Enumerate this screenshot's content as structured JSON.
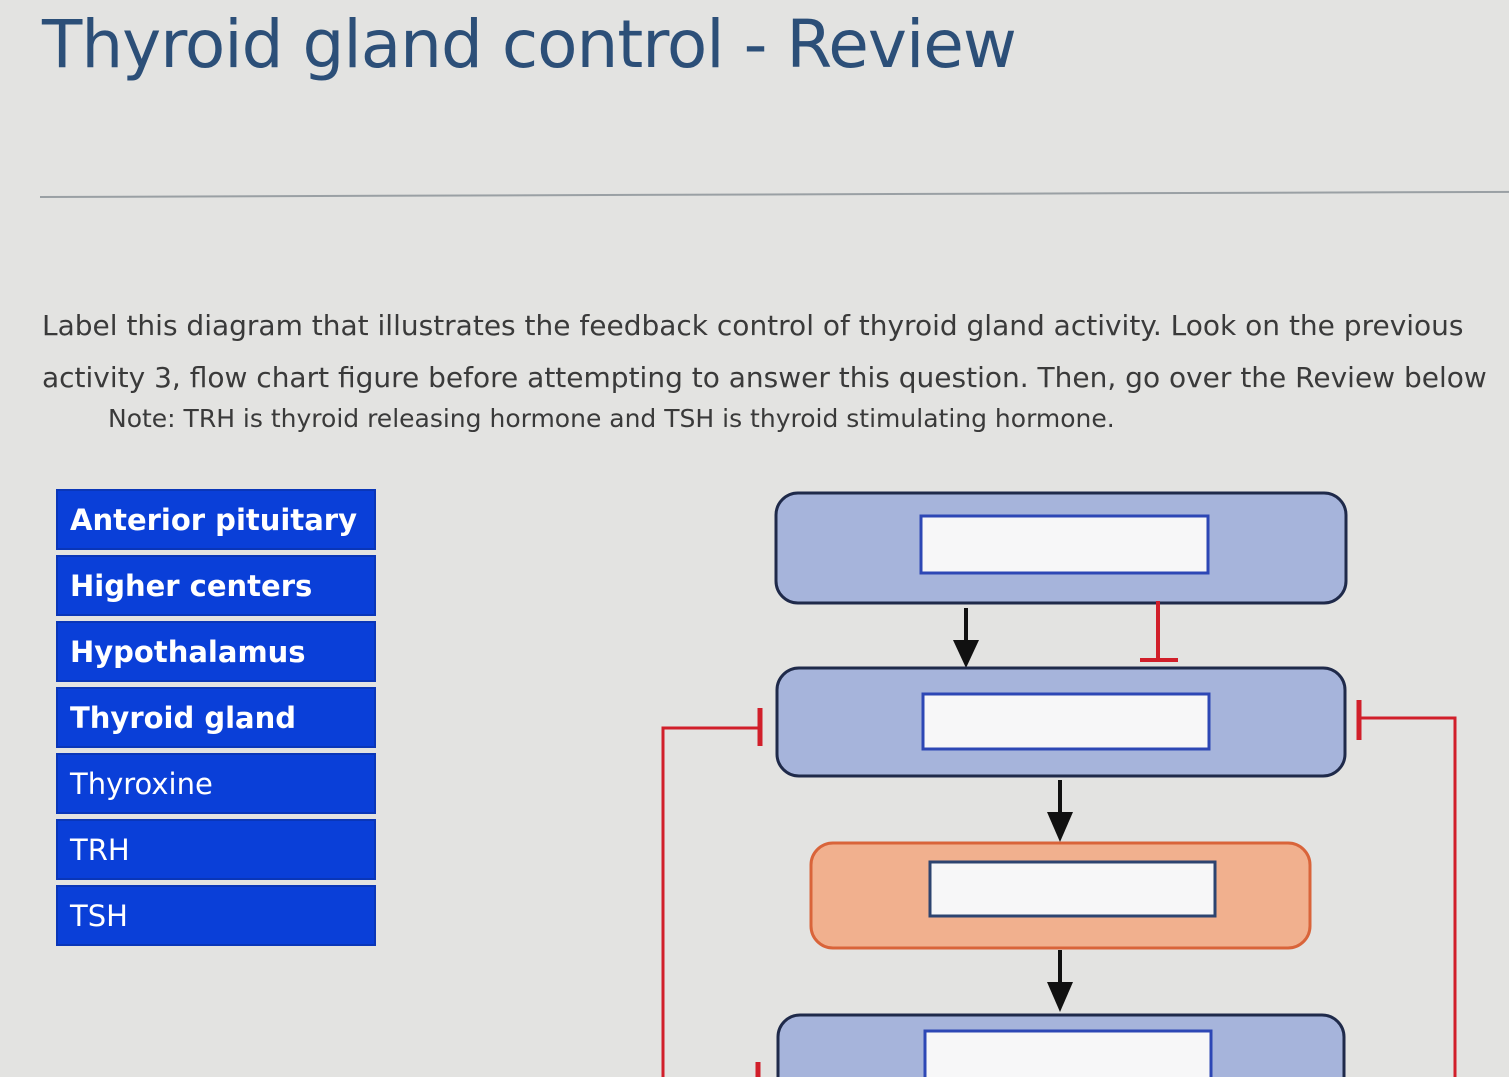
{
  "page": {
    "title": "Thyroid gland control - Review",
    "instructions_line1": "Label this diagram that illustrates the feedback control of thyroid gland activity.  Look on the previous",
    "instructions_line2": "activity 3, flow chart figure before attempting to answer this question.  Then, go over the Review below",
    "note": "Note: TRH is thyroid releasing hormone and TSH is thyroid stimulating hormone."
  },
  "label_bank": [
    {
      "label": "Anterior pituitary"
    },
    {
      "label": "Higher centers"
    },
    {
      "label": "Hypothalamus"
    },
    {
      "label": "Thyroid gland"
    },
    {
      "label": "Thyroxine"
    },
    {
      "label": "TRH"
    },
    {
      "label": "TSH"
    }
  ],
  "diagram": {
    "drop_targets": [
      {
        "value": ""
      },
      {
        "value": ""
      },
      {
        "value": ""
      },
      {
        "value": ""
      }
    ],
    "colors": {
      "node_fill": "#a6b4db",
      "node_border": "#1f2a4a",
      "target_fill": "#f7f7f8",
      "target_border": "#2d47b5",
      "orange_fill": "#f1b08e",
      "orange_border": "#d9643a",
      "inhibit_line": "#d11f2a",
      "arrow": "#111111",
      "label_bg": "#0a3fd8"
    }
  }
}
